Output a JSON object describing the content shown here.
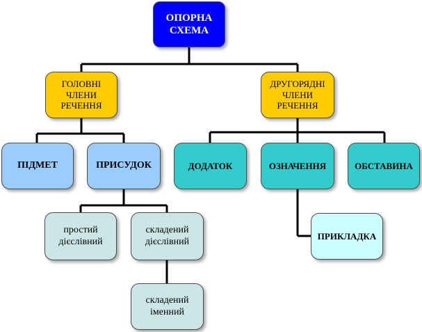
{
  "diagram": {
    "root": "ОПОРНА\nСХЕМА",
    "main_members": "ГОЛОВНІ\nЧЛЕНИ\nРЕЧЕННЯ",
    "secondary_members": "ДРУГОРЯДНІ\nЧЛЕНИ\nРЕЧЕННЯ",
    "subject": "ПІДМЕТ",
    "predicate": "ПРИСУДОК",
    "object": "ДОДАТОК",
    "attribute": "ОЗНАЧЕННЯ",
    "adverbial": "ОБСТАВИНА",
    "simple_verbal": "простий\nдієслівний",
    "compound_verbal": "складений\nдієслівний",
    "compound_nominal": "складений\nіменний",
    "apposition": "ПРИКЛАДКА"
  },
  "colors": {
    "root": "#0000ff",
    "main": "#ffcc00",
    "blue": "#99ccff",
    "teal": "#33cccc",
    "grey": "#cce6e6",
    "mint": "#ccffff",
    "connector": "#000000"
  }
}
